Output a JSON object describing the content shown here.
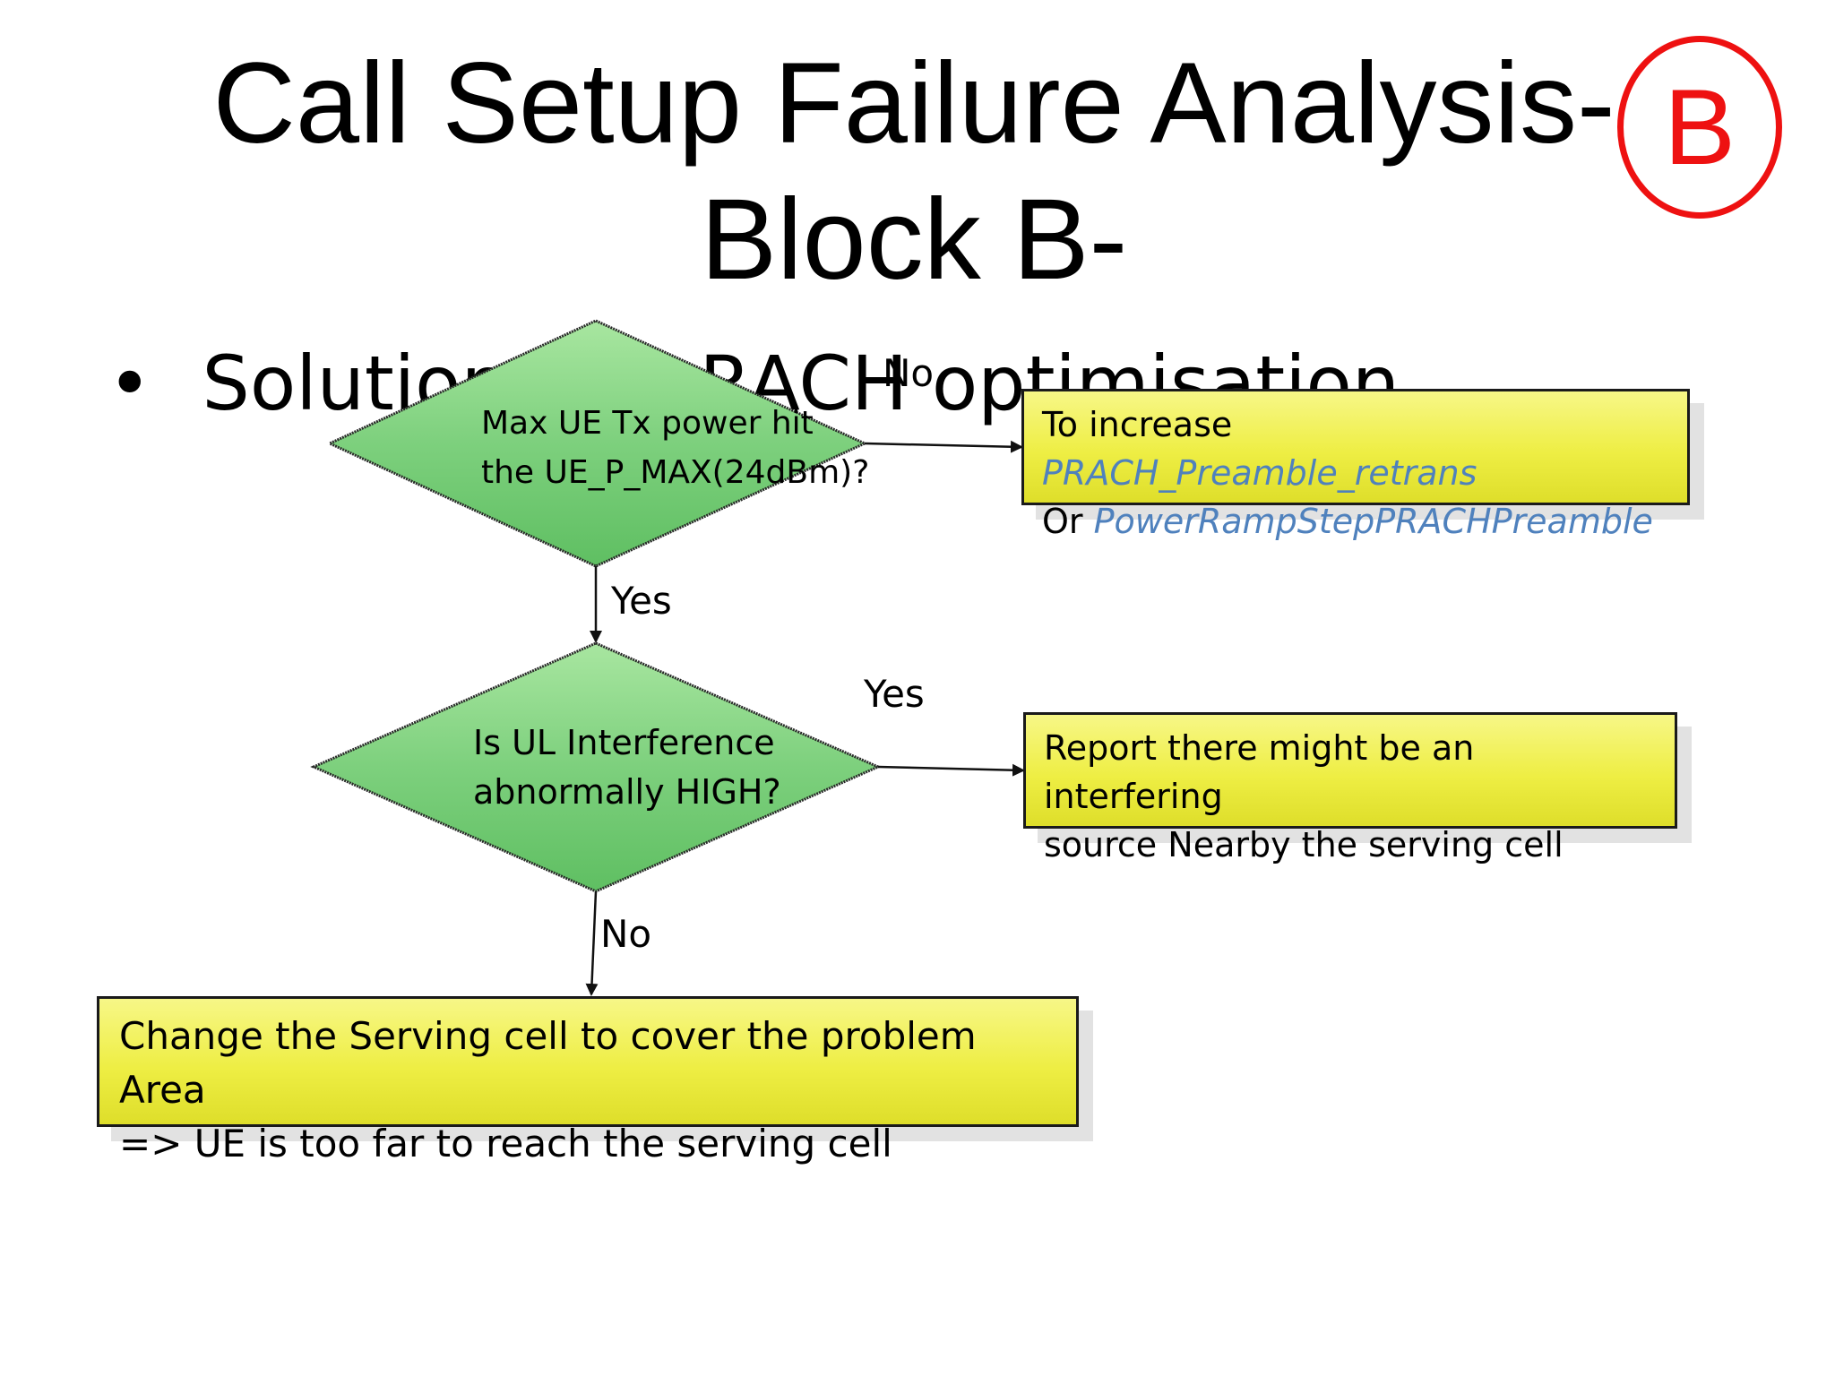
{
  "title": {
    "line1": "Call Setup Failure Analysis-",
    "line2": "Block B-"
  },
  "badge_letter": "B",
  "bullet": {
    "dot": "•",
    "text": "Solutions for RACH optimisation"
  },
  "decisions": {
    "max_power": {
      "line1": "Max UE Tx power hit",
      "line2": "the UE_P_MAX(24dBm)?"
    },
    "ul_interference": {
      "line1": "Is UL Interference",
      "line2": "abnormally HIGH?"
    }
  },
  "actions": {
    "increase_prach": {
      "prefix1": "To increase ",
      "param1": "PRACH_Preamble_retrans",
      "prefix2": "Or ",
      "param2": "PowerRampStepPRACHPreamble"
    },
    "report_interference": {
      "line1": "Report there might be an interfering",
      "line2": "source Nearby the serving cell"
    },
    "change_serving_cell": {
      "line1": "Change the Serving cell to cover the problem Area",
      "line2": "=> UE is too far to reach the serving cell"
    }
  },
  "edge_labels": {
    "max_power_no": "No",
    "max_power_yes": "Yes",
    "ul_yes": "Yes",
    "ul_no": "No"
  },
  "colors": {
    "diamond_fill": "#7dd07d",
    "box_fill": "#eeee44",
    "param_text": "#4f81bd",
    "badge": "#ee1111"
  }
}
